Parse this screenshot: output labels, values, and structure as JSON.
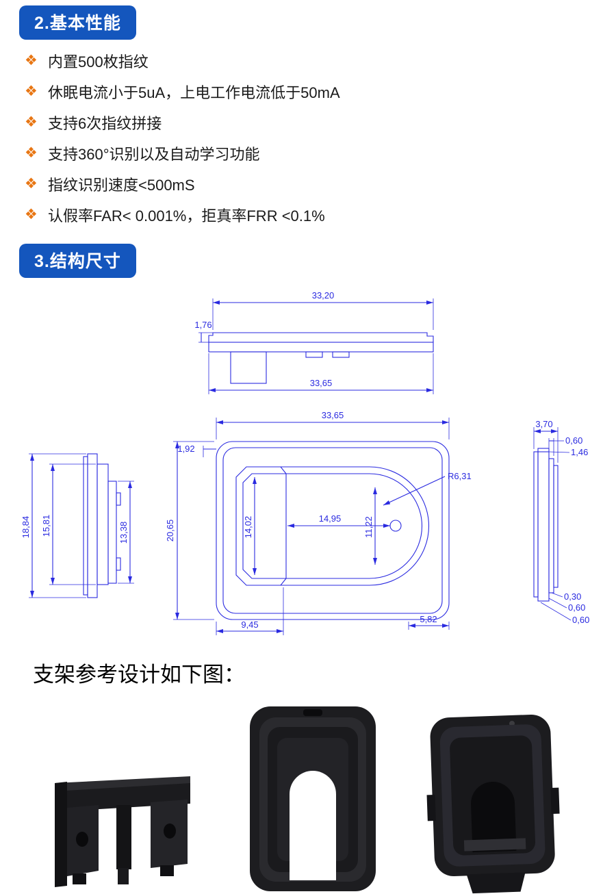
{
  "colors": {
    "header_bg": "#1456bd",
    "header_text": "#ffffff",
    "bullet_icon": "#e87613",
    "drawing_line": "#2a2ae0",
    "body_text": "#1a1a1a"
  },
  "performance": {
    "title": "2.基本性能",
    "icon": "❖",
    "bullets": [
      "内置500枚指纹",
      "休眠电流小于5uA，上电工作电流低于50mA",
      "支持6次指纹拼接",
      "支持360°识别以及自动学习功能",
      "指纹识别速度<500mS",
      "认假率FAR< 0.001%，拒真率FRR <0.1%"
    ]
  },
  "structure": {
    "title": "3.结构尺寸"
  },
  "drawing": {
    "top_view": {
      "width_top": "33,20",
      "lip_height": "1,76",
      "width_bottom": "33,65"
    },
    "front_view": {
      "width": "33,65",
      "edge_offset": "1,92",
      "height": "20,65",
      "window_height": "14,02",
      "window_width": "14,95",
      "cap_height": "11,22",
      "corner_radius": "R6,31",
      "bottom_left": "9,45",
      "bottom_right": "5,82"
    },
    "side_view_left": {
      "outer_height": "18,84",
      "mid_height": "15,81",
      "inner_height": "13,38"
    },
    "side_view_right": {
      "depth": "3,70",
      "top_step_1": "0,60",
      "top_step_2": "1,46",
      "bottom_step_1": "0,30",
      "bottom_step_2": "0,60",
      "bottom_step_3": "0,60"
    }
  },
  "bracket_section": {
    "caption": "支架参考设计如下图："
  }
}
